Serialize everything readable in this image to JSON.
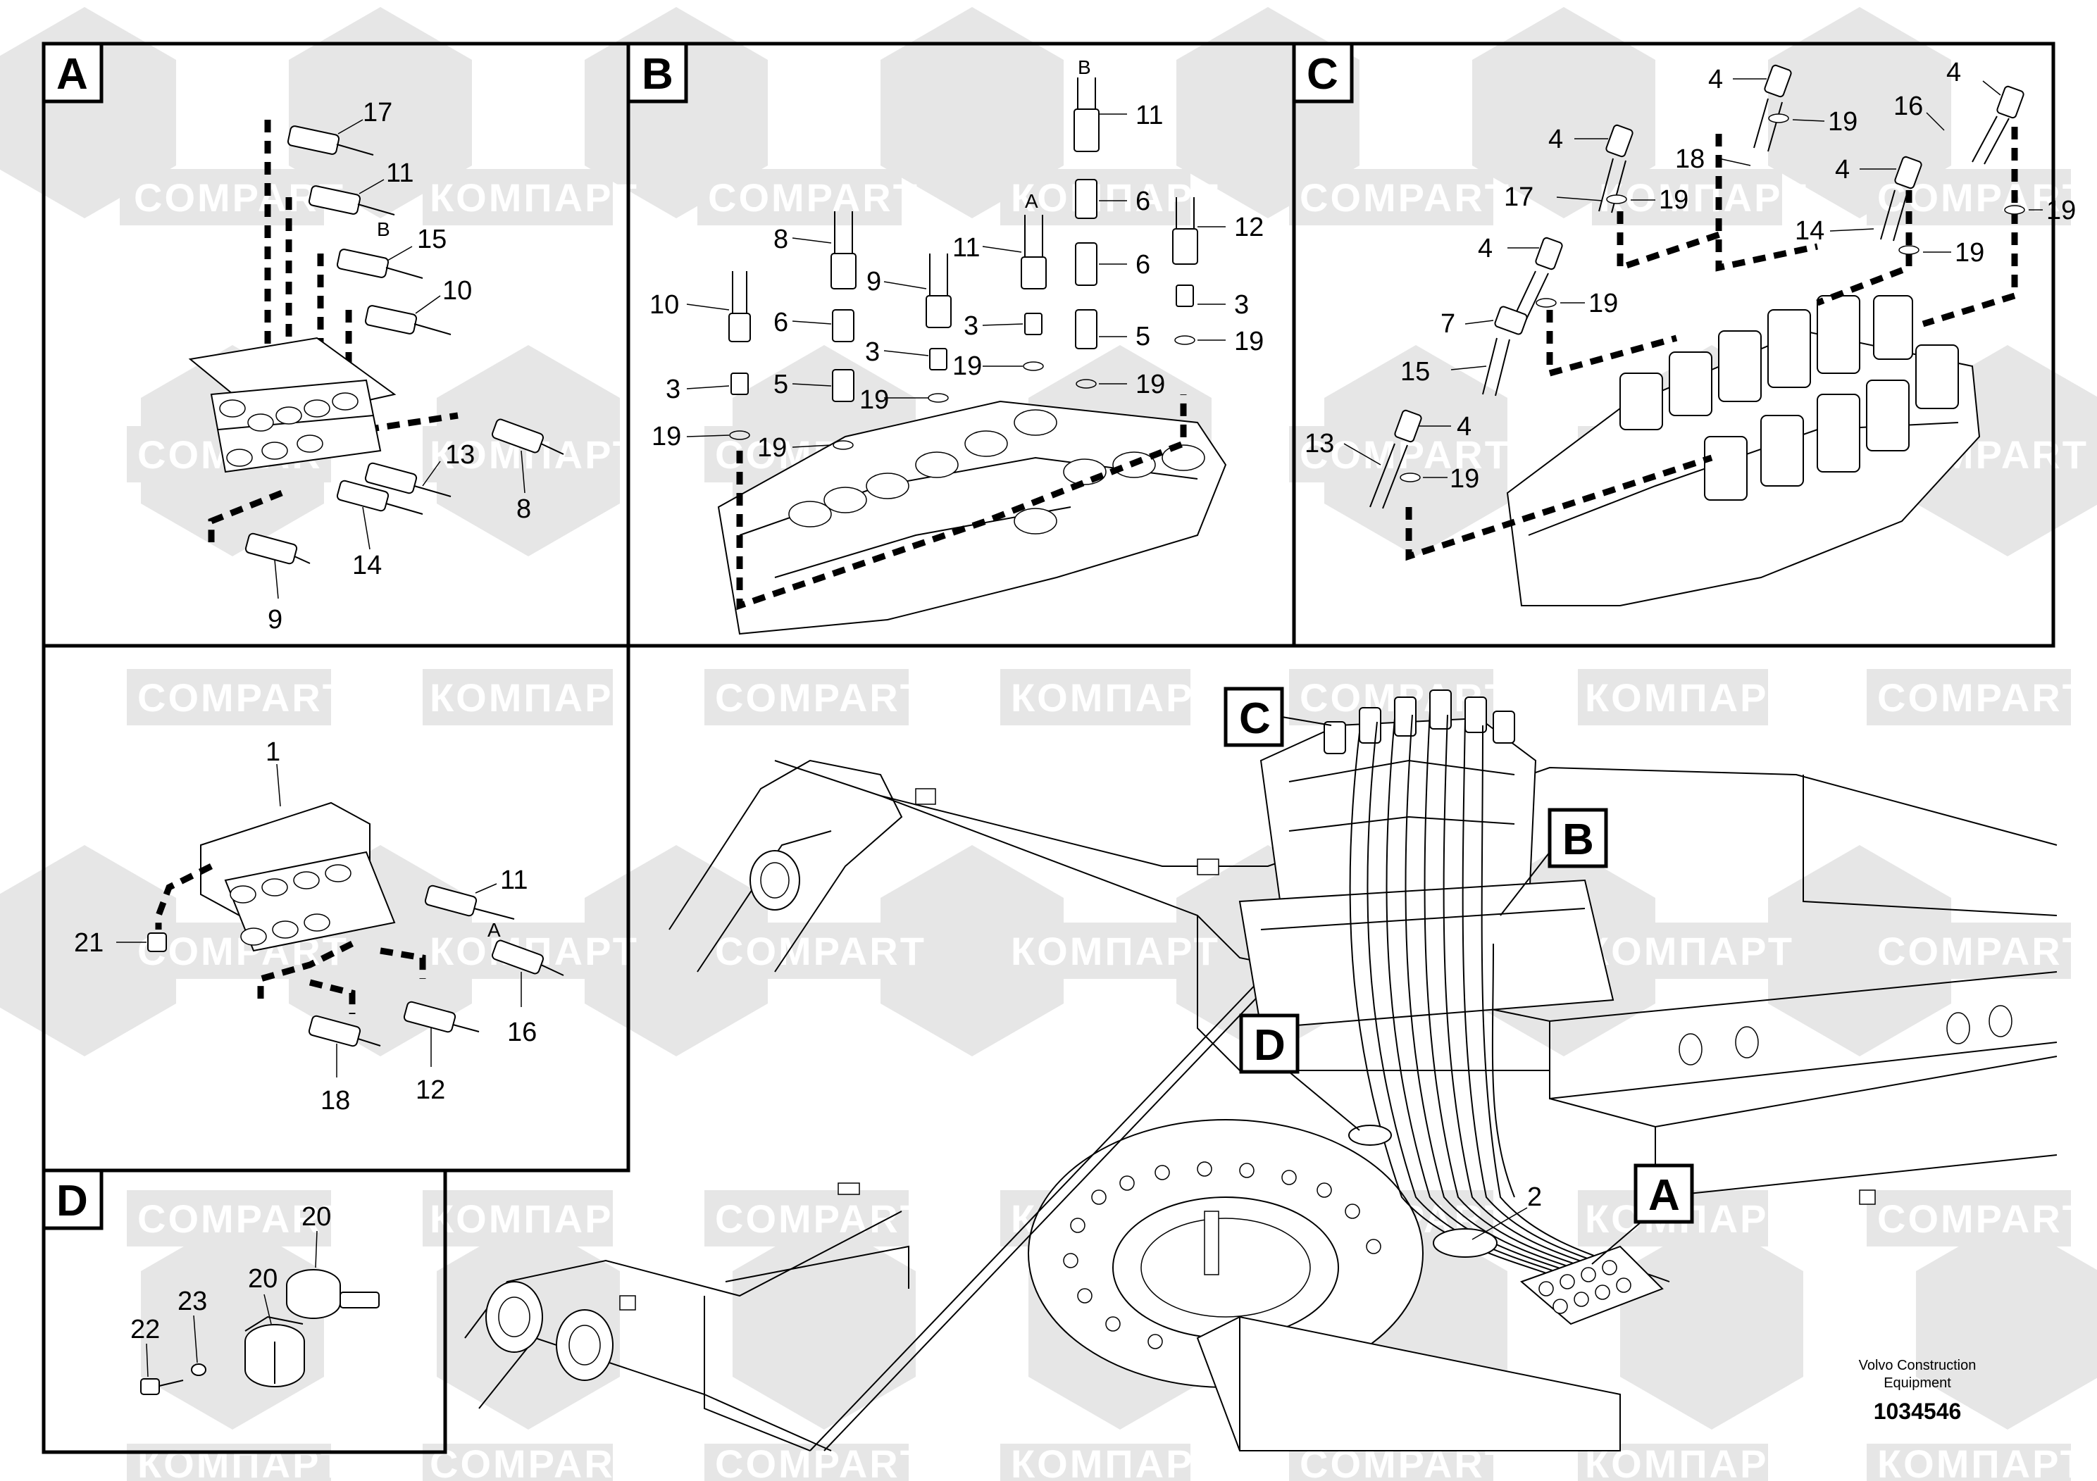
{
  "watermarks": {
    "latin": "COMPART",
    "cyrillic": "КОМПАРТ"
  },
  "panels": {
    "A": {
      "letter": "A",
      "callouts": [
        "17",
        "11",
        "B",
        "15",
        "10",
        "13",
        "8",
        "14",
        "9"
      ]
    },
    "B": {
      "letter": "B",
      "callouts": [
        "B",
        "11",
        "6",
        "A",
        "11",
        "6",
        "8",
        "9",
        "12",
        "10",
        "6",
        "3",
        "5",
        "3",
        "3",
        "3",
        "5",
        "19",
        "19",
        "19",
        "19",
        "19",
        "19"
      ]
    },
    "C": {
      "letter": "C",
      "callouts": [
        "4",
        "19",
        "4",
        "16",
        "4",
        "18",
        "19",
        "17",
        "19",
        "4",
        "19",
        "14",
        "19",
        "4",
        "19",
        "7",
        "15",
        "13",
        "4",
        "19"
      ]
    },
    "AA": {
      "letter": "",
      "callouts": [
        "1",
        "11",
        "A",
        "21",
        "16",
        "18",
        "12"
      ]
    },
    "D": {
      "letter": "D",
      "callouts": [
        "20",
        "20",
        "23",
        "22"
      ]
    }
  },
  "main_view": {
    "callouts": [
      "C",
      "B",
      "D",
      "A",
      "2"
    ]
  },
  "footer": {
    "line1": "Volvo Construction",
    "line2": "Equipment",
    "number": "1034546"
  },
  "colors": {
    "ink": "#000000",
    "watermark": "#e4e4e4"
  }
}
